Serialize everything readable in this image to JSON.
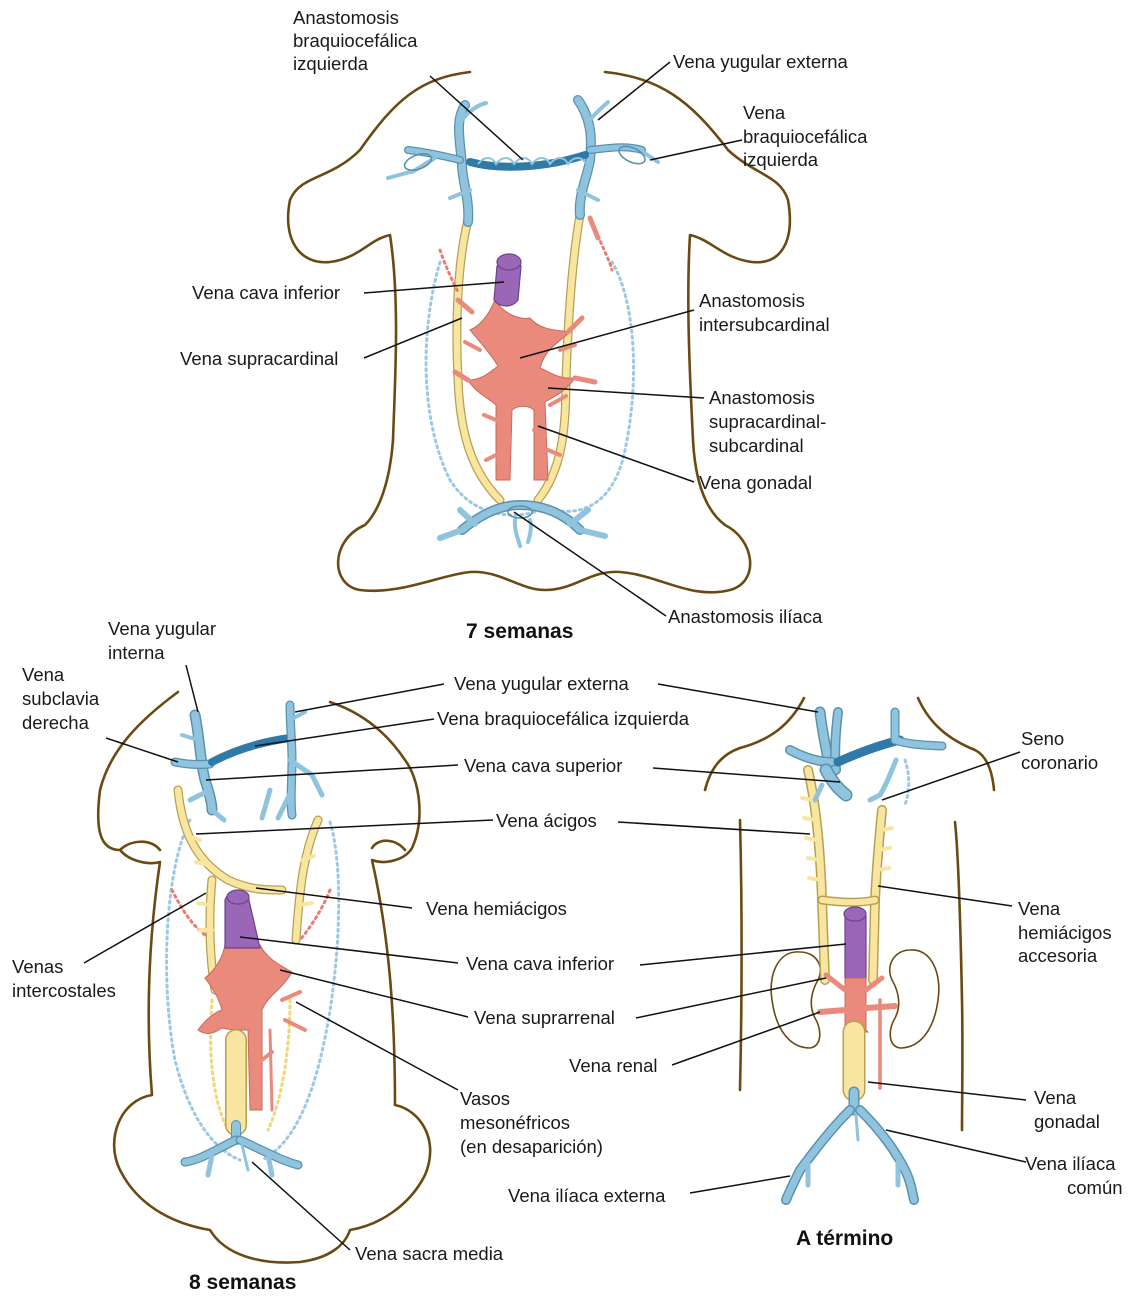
{
  "colors": {
    "outline": "#6b4a12",
    "vein_blue": "#8fc3de",
    "vein_dark_blue": "#2f7aa6",
    "supracardinal_yellow": "#f8e6a0",
    "subcardinal_salmon": "#ea8a7c",
    "ivc_purple": "#9a66b8"
  },
  "panels": {
    "week7": {
      "title": "7 semanas",
      "labels": {
        "anast_braquio": [
          "Anastomosis",
          "braquiocefálica",
          "izquierda"
        ],
        "yugular_externa": "Vena yugular externa",
        "braquio_izq": [
          "Vena",
          "braquiocefálica",
          "izquierda"
        ],
        "cava_inferior": "Vena cava inferior",
        "supracardinal": "Vena supracardinal",
        "intersubcardinal": [
          "Anastomosis",
          "intersubcardinal"
        ],
        "supra_sub": [
          "Anastomosis",
          "supracardinal-",
          "subcardinal"
        ],
        "gonadal": "Vena gonadal",
        "iliaca": "Anastomosis ilíaca"
      }
    },
    "week8": {
      "title": "8 semanas",
      "labels": {
        "yugular_interna": [
          "Vena yugular",
          "interna"
        ],
        "subclavia": [
          "Vena",
          "subclavia",
          "derecha"
        ],
        "yugular_externa": "Vena yugular externa",
        "braquio_izq": "Vena braquiocefálica izquierda",
        "cava_superior": "Vena cava superior",
        "acigos": "Vena ácigos",
        "hemiacigos": "Vena hemiácigos",
        "intercostales": [
          "Venas",
          "intercostales"
        ],
        "cava_inferior": "Vena cava inferior",
        "suprarrenal": "Vena suprarrenal",
        "mesonefricos": [
          "Vasos",
          "mesonéfricos",
          "(en desaparición)"
        ],
        "sacra_media": "Vena sacra media"
      }
    },
    "term": {
      "title": "A término",
      "labels": {
        "seno_coronario": [
          "Seno",
          "coronario"
        ],
        "hemiacigos_accesoria": [
          "Vena",
          "hemiácigos",
          "accesoria"
        ],
        "renal": "Vena renal",
        "gonadal": [
          "Vena",
          "gonadal"
        ],
        "iliaca_comun": [
          "Vena ilíaca",
          "común"
        ],
        "iliaca_externa": "Vena ilíaca externa"
      }
    }
  }
}
